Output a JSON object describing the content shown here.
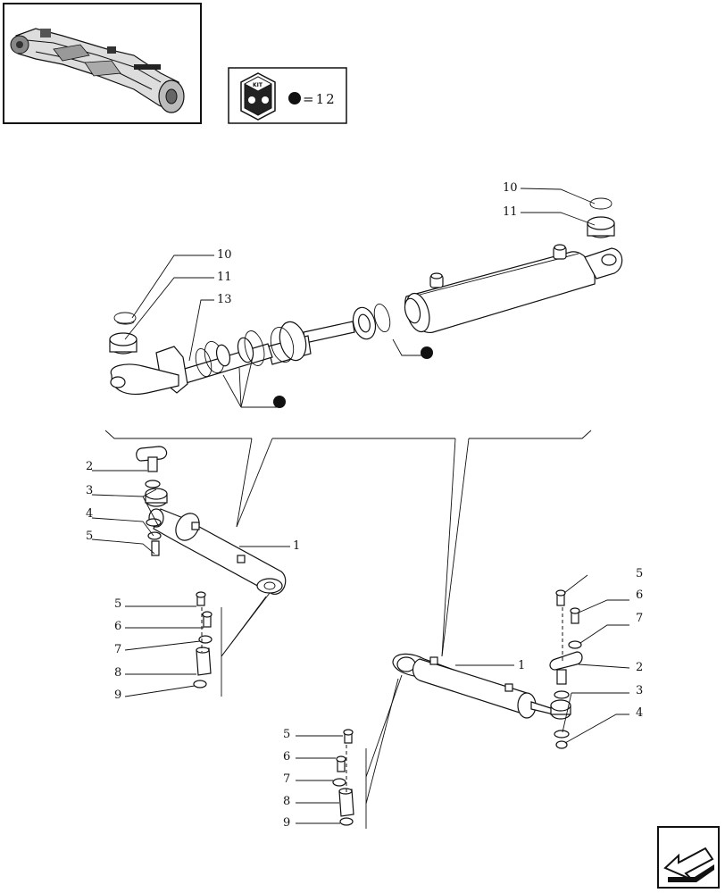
{
  "kit_box": {
    "kit_label": "KIT",
    "equals_text": "=12"
  },
  "callouts": {
    "top_right_10": "10",
    "top_right_11": "11",
    "top_left_10": "10",
    "top_left_11": "11",
    "top_left_13": "13",
    "left_2": "2",
    "left_3": "3",
    "left_4": "4",
    "left_5": "5",
    "left_1": "1",
    "left_lower_5": "5",
    "left_lower_6": "6",
    "left_lower_7": "7",
    "left_lower_8": "8",
    "left_lower_9": "9",
    "right_5": "5",
    "right_6": "6",
    "right_7": "7",
    "right_2": "2",
    "right_3": "3",
    "right_4": "4",
    "right_1": "1",
    "right_lower_5": "5",
    "right_lower_6": "6",
    "right_lower_7": "7",
    "right_lower_8": "8",
    "right_lower_9": "9"
  },
  "icons": {
    "thumbnail": "axle-thumbnail-icon",
    "kit": "kit-cube-icon",
    "marker": "black-dot-icon",
    "nav": "arrow-nav-icon"
  }
}
